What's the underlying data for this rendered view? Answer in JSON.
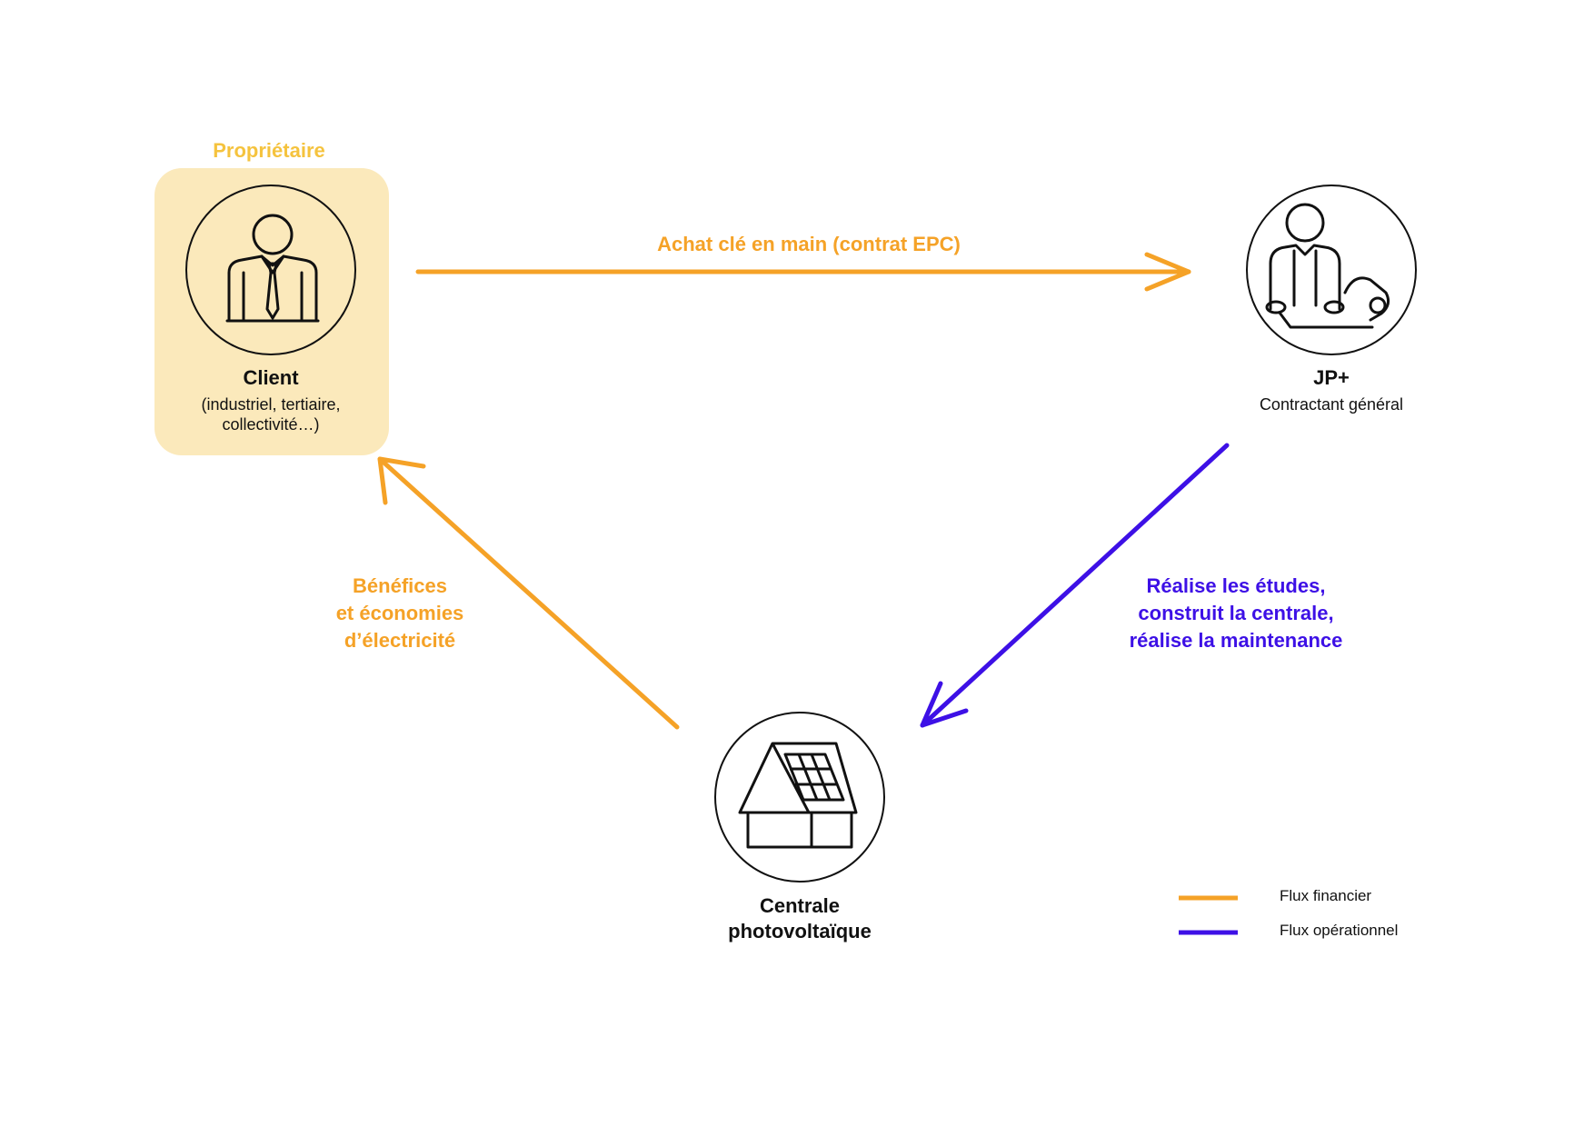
{
  "diagram": {
    "owner_tag": "Propriétaire",
    "client": {
      "title": "Client",
      "subtitle_line1": "(industriel, tertiaire,",
      "subtitle_line2": "collectivité…)"
    },
    "contractor": {
      "title": "JP+",
      "subtitle": "Contractant général"
    },
    "plant": {
      "title_line1": "Centrale",
      "title_line2": "photovoltaïque"
    },
    "flows": {
      "top": "Achat clé en main (contrat EPC)",
      "left_line1": "Bénéfices",
      "left_line2": "et économies",
      "left_line3": "d’électricité",
      "right_line1": "Réalise les études,",
      "right_line2": "construit la centrale,",
      "right_line3": "réalise la maintenance"
    },
    "legend": {
      "financial": "Flux financier",
      "operational": "Flux opérationnel"
    }
  },
  "colors": {
    "financial": "#f5a227",
    "operational": "#3d10e6",
    "owner_highlight": "#fbe9bb",
    "owner_tag": "#f5c33e"
  }
}
